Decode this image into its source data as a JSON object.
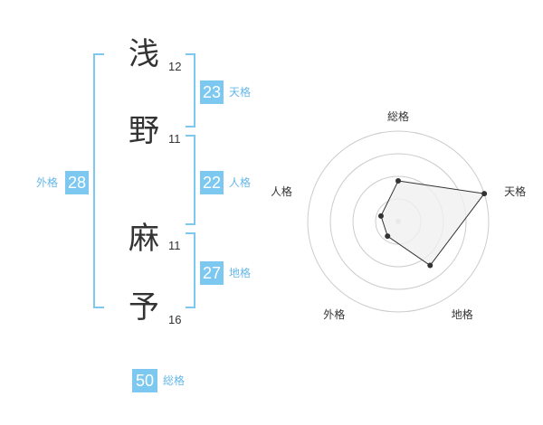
{
  "name": {
    "chars": [
      {
        "char": "浅",
        "strokes": "12"
      },
      {
        "char": "野",
        "strokes": "11"
      },
      {
        "char": "麻",
        "strokes": "11"
      },
      {
        "char": "予",
        "strokes": "16"
      }
    ]
  },
  "fortune": {
    "tenkaku": {
      "value": "23",
      "label": "天格"
    },
    "jinkaku": {
      "value": "22",
      "label": "人格"
    },
    "chikaku": {
      "value": "27",
      "label": "地格"
    },
    "gaikaku": {
      "value": "28",
      "label": "外格"
    },
    "soukaku": {
      "value": "50",
      "label": "総格"
    }
  },
  "colors": {
    "accent": "#7dc8f0",
    "bracket": "#7dc8f0",
    "radar_fill": "#f0f0f0"
  },
  "chart_data": {
    "type": "radar",
    "axes": [
      "総格",
      "天格",
      "地格",
      "外格",
      "人格"
    ],
    "values": [
      0.45,
      1.0,
      0.6,
      0.2,
      0.2
    ],
    "max": 1.0,
    "rings": 4
  }
}
